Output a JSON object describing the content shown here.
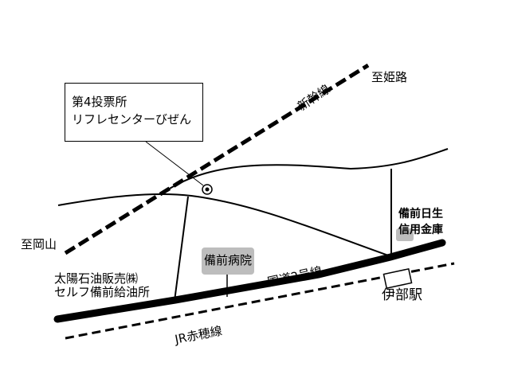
{
  "map": {
    "callout": {
      "line1": "第4投票所",
      "line2": "リフレセンターびぜん"
    },
    "labels": {
      "to_himeji": "至姫路",
      "to_okayama": "至岡山",
      "shinkansen": "新幹線",
      "national_route": "国道2号線",
      "jr_line": "JR赤穂線",
      "inbe_station": "伊部駅"
    },
    "landmarks": {
      "hospital": "備前病院",
      "bank_line1": "備前日生",
      "bank_line2": "信用金庫",
      "gas_line1": "太陽石油販売㈱",
      "gas_line2": "セルフ備前給油所"
    },
    "colors": {
      "ink": "#000000",
      "landmark_bg": "#bdbdbd",
      "background": "#ffffff"
    }
  }
}
